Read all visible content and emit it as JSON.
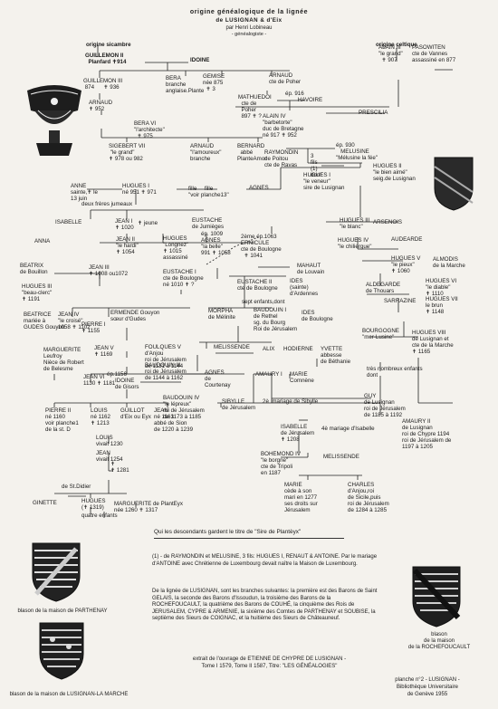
{
  "header": {
    "title1": "origine généalogique de la lignée",
    "title2": "de LUSIGNAN & d'Eix",
    "author": "par Henri Lobineau",
    "role": "- généalogiste -"
  },
  "labels": {
    "origine_sicambre": "origine sicambre",
    "origine_celtique": "origine celtique"
  },
  "people": [
    {
      "id": "guillemon2",
      "text": "GUILLEMON II\n  Planfard ✝914",
      "bold": true
    },
    {
      "id": "idoine1",
      "text": "IDOINE",
      "bold": true
    },
    {
      "id": "guillemon3",
      "text": "GUILLEMON III\n 874      ✝ 936"
    },
    {
      "id": "bera",
      "text": "BERA\nbranche\nanglaise.Plante"
    },
    {
      "id": "gemise",
      "text": "GEMISE\nnée 875\n  ✝ 3"
    },
    {
      "id": "arnaud_poher",
      "text": "ARNAUD\ncte de Poher"
    },
    {
      "id": "alain3",
      "text": "ALAIN III\n\"le grand\"\n  ✝ 907"
    },
    {
      "id": "pasowiten",
      "text": "PASOWITEN\ncte de Vannes\nassassiné en 877"
    },
    {
      "id": "arnaud952",
      "text": "ARNAUD\n✝ 952"
    },
    {
      "id": "mathuedoi",
      "text": "MATHUEDOI\n  cte de\n  Poher\n  897 ✝ ?"
    },
    {
      "id": "havoire",
      "text": "ép. 916\n        HAVOIRE"
    },
    {
      "id": "bera6",
      "text": "BERA VI\n\"l'architecte\"\n  ✝ 975"
    },
    {
      "id": "alain4",
      "text": "ALAIN IV\n\"barbetorte\"\nduc de Bretagne\nné 917 ✝ 952"
    },
    {
      "id": "prescilia",
      "text": "PRESCILIA"
    },
    {
      "id": "sigebert7",
      "text": "SIGEBERT VII\n \"le grand\"\n✝ 978 ou 982"
    },
    {
      "id": "arnaud_amour",
      "text": "ARNAUD\n\"l'amoureux\"\nbranche"
    },
    {
      "id": "bernard",
      "text": "BERNARD\n  abbé\nPlanteAmor"
    },
    {
      "id": "raymondin",
      "text": "RAYMONDIN\nde Poitou\ncte de Ravas"
    },
    {
      "id": "melusine",
      "text": "ép. 930\n   MELUSINE\n\"Mélusine la fée\""
    },
    {
      "id": "trois_fils",
      "text": "3\nfils\n(1)\ndont"
    },
    {
      "id": "hugues1",
      "text": "HUGUES I\n\"le veneur\"\nsire de Lusignan"
    },
    {
      "id": "anne",
      "text": "ANNE\nsainte,✝ le\n13 juin"
    },
    {
      "id": "hugues1_b",
      "text": "HUGUES I\nné 951 ✝ 971"
    },
    {
      "id": "fille1",
      "text": "fille     fille\n\"voir planche13\""
    },
    {
      "id": "agnes1",
      "text": "AGNES"
    },
    {
      "id": "hugues2",
      "text": "HUGUES II\n\"le bien aimé\"\nseig.de Lusignan"
    },
    {
      "id": "deux_freres",
      "text": "deux frères jumeaux"
    },
    {
      "id": "isabelle1",
      "text": "ISABELLE"
    },
    {
      "id": "jean1",
      "text": "JEAN I\n✝ 1020"
    },
    {
      "id": "jeune",
      "text": "✝ jeune"
    },
    {
      "id": "eustache_jum",
      "text": "EUSTACHE\nde Jumièges"
    },
    {
      "id": "hugues3",
      "text": "HUGUES III\n\"le blanc\""
    },
    {
      "id": "arsenois",
      "text": "ARSENOIS"
    },
    {
      "id": "anna",
      "text": "ANNA"
    },
    {
      "id": "jean2",
      "text": "JEAN II\n\"le hardi\"\n✝ 1054"
    },
    {
      "id": "hugues_longnez",
      "text": "HUGUES\n\"Longnez\"\n✝ 1015\nassassiné"
    },
    {
      "id": "agnes2",
      "text": "ép. 1009\nAGNES\n\"la belle\"\n991 ✝ 1058"
    },
    {
      "id": "ernicule",
      "text": "2ème ép.1063\nERNICULE\ncte de Boulogne\n  ✝ 1041"
    },
    {
      "id": "hugues4",
      "text": "HUGUES IV\n\"le chiliergue\""
    },
    {
      "id": "audearde",
      "text": "AUDEARDE"
    },
    {
      "id": "beatrix",
      "text": "BEATRIX\nde Bouillon"
    },
    {
      "id": "jean3",
      "text": "JEAN III\n✝ 1008 ou1072"
    },
    {
      "id": "eustache1",
      "text": "EUSTACHE I\ncte de Boulogne\nné 1010 ✝ ?"
    },
    {
      "id": "mahaut",
      "text": "MAHAUT\nde Louvain"
    },
    {
      "id": "hugues5",
      "text": "HUGUES V\n\"le pieux\"\n✝ 1060"
    },
    {
      "id": "almodis",
      "text": "ALMODIS\nde la Marche"
    },
    {
      "id": "hugues3b",
      "text": "HUGUES III\n\"beau-clerc\"\n✝ 1191"
    },
    {
      "id": "eustache2",
      "text": "EUSTACHE II\ncte de Boulogne"
    },
    {
      "id": "ides",
      "text": "IDES\n(sainte)\nd'Ardennes"
    },
    {
      "id": "hugues6",
      "text": "HUGUES VI\n\"le diable\"\n✝ 1110"
    },
    {
      "id": "aldegarde",
      "text": "ALDEGARDE\nde Thouars"
    },
    {
      "id": "sept_enfants",
      "text": "sept enfants,dont"
    },
    {
      "id": "beatrice",
      "text": "BEATRICE\nmariée à\nGUDES Gouyon"
    },
    {
      "id": "jean4",
      "text": "JEAN IV\n\"le croisé\"\n1058 ✝ 1102"
    },
    {
      "id": "ermende",
      "text": "ERMENDE Gouyon\nsœur d'Gudes"
    },
    {
      "id": "morpha",
      "text": "MORPHA\nde Mélinite"
    },
    {
      "id": "baudouin1",
      "text": "BAUDOUIN I\nde Rethel\nsg. du Bourg\nRoi de Jérusalem"
    },
    {
      "id": "ides2",
      "text": "IDES\nde Boulogne"
    },
    {
      "id": "sarrazine",
      "text": "SARRAZINE"
    },
    {
      "id": "hugues7",
      "text": "HUGUES VII\nle brun\n✝ 1148"
    },
    {
      "id": "pierre1",
      "text": "PIERRE I\n✝ 1155"
    },
    {
      "id": "foulques",
      "text": "FOULQUES V\nd'Anjou\nroi de Jérusalem\nde 1131 à 1144"
    },
    {
      "id": "melissende1",
      "text": "MELISSENDE"
    },
    {
      "id": "alix",
      "text": "ALIX"
    },
    {
      "id": "hodierne",
      "text": "HODIERNE"
    },
    {
      "id": "yvette",
      "text": "YVETTE\nabbesse\nde Béthanie"
    },
    {
      "id": "bourgogne",
      "text": "BOURGOGNE\n\"mer-Lusine\""
    },
    {
      "id": "hugues8",
      "text": "HUGUES VIII\nde Lusignan et\ncte de la Marche\n✝ 1165"
    },
    {
      "id": "marguerite1",
      "text": "MARGUERITE\nLeufroy\nNièce de Robert\nde Belesme"
    },
    {
      "id": "jean5",
      "text": "JEAN V\n✝ 1169"
    },
    {
      "id": "baudouin3",
      "text": "BAUDOUIN III\nroi de Jérusalem\nde 1144 à 1162"
    },
    {
      "id": "agnes3",
      "text": "AGNES\nde\nCourtenay"
    },
    {
      "id": "amaury1",
      "text": "AMAURY I"
    },
    {
      "id": "marie1",
      "text": "MARIE\nComnène"
    },
    {
      "id": "tres_nombreux",
      "text": "très nombreux enfants\ndont"
    },
    {
      "id": "jean6",
      "text": "JEAN VI\n1130 ✝ 1181"
    },
    {
      "id": "ep1156",
      "text": "ép.1156"
    },
    {
      "id": "idoine2",
      "text": "IDOINE\nde Gisors"
    },
    {
      "id": "baudouin4",
      "text": "BAUDOUIN IV\n\"le lépreux\"\nroi de Jérusalem\nde 1173 à 1185"
    },
    {
      "id": "sibylle",
      "text": "SIBYLLE\nde Jérusalem"
    },
    {
      "id": "mariage2",
      "text": "2è  mariage de Sibylle"
    },
    {
      "id": "guy",
      "text": "GUY\nde Lusignan\nroi de Jérusalem\nde 1185 à 1192"
    },
    {
      "id": "pierre2",
      "text": "PIERRE II\nné 1160\nvoir planche1\nde la st. D"
    },
    {
      "id": "louis1",
      "text": "LOUIS\nné 1162\n✝ 1213"
    },
    {
      "id": "guillot",
      "text": "GUILLOT\nd'Eix ou Eyx"
    },
    {
      "id": "jean7",
      "text": "JEAN\nné 1163\nabbé de Sion\nde 1220 à 1239"
    },
    {
      "id": "isabelle2",
      "text": "ISABELLE\nde Jérusalem\n✝ 1208"
    },
    {
      "id": "mariage4",
      "text": "4è mariage d'Isabelle"
    },
    {
      "id": "amaury2",
      "text": "AMAURY II\nde Lusignan\nroi de Chypre 1194\nroi de Jérusalem de\n1197 à 1205"
    },
    {
      "id": "louis2",
      "text": "LOUIS\nvivait 1230"
    },
    {
      "id": "bohemond",
      "text": "BOHEMOND IV\n\"le borgne\"\ncte de Tripoli\nen 1187"
    },
    {
      "id": "melissende2",
      "text": "MELISSENDE"
    },
    {
      "id": "jean8",
      "text": "JEAN\nvivait 1254"
    },
    {
      "id": "marie2",
      "text": "MARIE\ncède à son\nmari en 1277\nses droits sur\nJérusalem"
    },
    {
      "id": "charles",
      "text": "CHARLES\nd'Anjou,roi\nde Sicile,puis\nroi de Jérusalem\nde 1284 à 1285"
    },
    {
      "id": "de_st_didier",
      "text": "de St.Didier"
    },
    {
      "id": "g1281",
      "text": "✝\n✝ 1281"
    },
    {
      "id": "ginette",
      "text": "GINETTE"
    },
    {
      "id": "hugues_last",
      "text": "HUGUES\n(✝ 1319)"
    },
    {
      "id": "marguerite2",
      "text": "MARGUERITE de PlantEyx\nnée 1260 ✝ 1317"
    },
    {
      "id": "quatre_enfants",
      "text": "quatre enfants"
    }
  ],
  "descendants_note": "Qui les descendants gardent le titre de \"Sire de Plantèyx\"",
  "note_paragraph1": "(1) - de RAYMONDIN et MELUSINE, 3 fils: HUGUES I, RENAUT & ANTOINE. Par le mariage d'ANTOINE avec Chrétienne de Luxembourg devait naître la Maison de Luxembourg.",
  "note_paragraph2": "De la lignée de LUSIGNAN, sont les branches suivantes: la première est des Barons de Saint GELAIS, la seconde des Barons d'Issoudun, la troisième des Barons de la ROCHEFOUCAULT, la quatrième des Barons de COUHÉ, la cinquième des Rois de JERUSALEM, CYPRE & ARMENIE, la sixième des Comtes de PARTHENAY et SOUBISE, la septième des Sieurs de COIGNAC, et la huitième des Sieurs de Châteauneuf.",
  "source_note": "extrait de l'ouvrage de ETIENNE DE CHYPRE DE LUSIGNAN - Tome I 1579, Tome II 1587, Titre: \"LES GÉNÉALOGIES\"",
  "blazons": [
    {
      "id": "parthenay",
      "caption": "blason de la maison de PARTHENAY"
    },
    {
      "id": "lusignan",
      "caption": "blason de la maison de LUSIGNAN-LA MARCHE"
    },
    {
      "id": "rochefoucauld",
      "caption": "blason\nde la maison\nde la ROCHEFOUCAULT"
    }
  ],
  "plate": {
    "line1": "planche n°2 - LUSIGNAN -",
    "line2": "Bibliothèque Universitaire",
    "line3": "de Genève 1955"
  }
}
